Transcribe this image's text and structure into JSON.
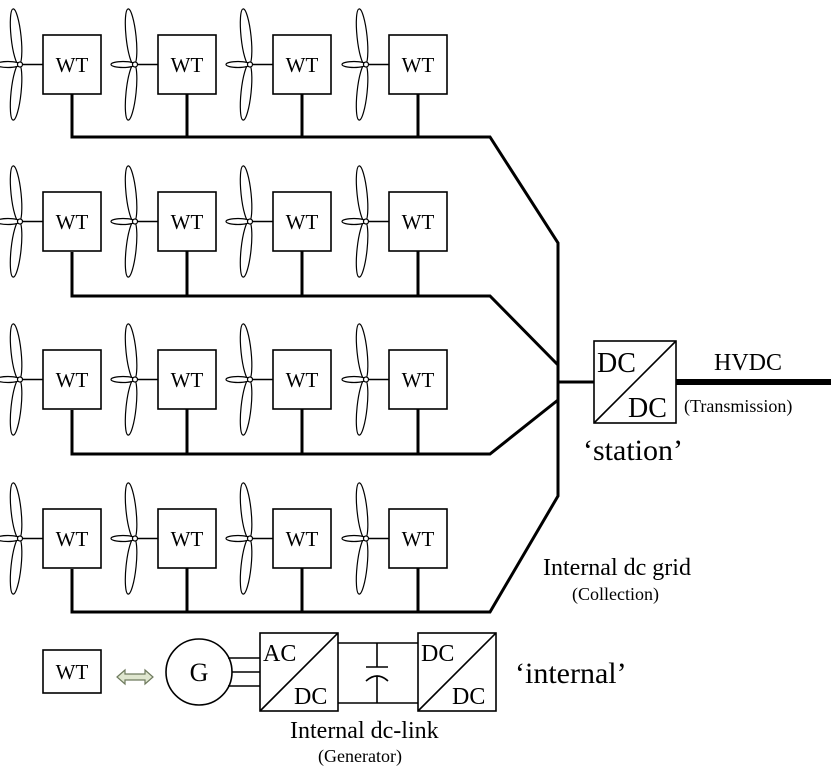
{
  "labels": {
    "wt": "WT",
    "converter_dc_top": "DC",
    "converter_dc_bottom": "DC",
    "hvdc": "HVDC",
    "transmission": "(Transmission)",
    "station": "‘station’",
    "internal_dc_grid": "Internal dc grid",
    "collection": "(Collection)",
    "generator_symbol": "G",
    "rectifier_ac": "AC",
    "rectifier_dc": "DC",
    "dcdc_top": "DC",
    "dcdc_bottom": "DC",
    "internal": "‘internal’",
    "internal_dc_link": "Internal dc-link",
    "generator": "(Generator)"
  },
  "array": {
    "rows": 4,
    "turbines_per_row": 4
  },
  "colors": {
    "line": "#000000",
    "arrow_fill": "#dfe6cf",
    "arrow_stroke": "#6e7a5e"
  }
}
